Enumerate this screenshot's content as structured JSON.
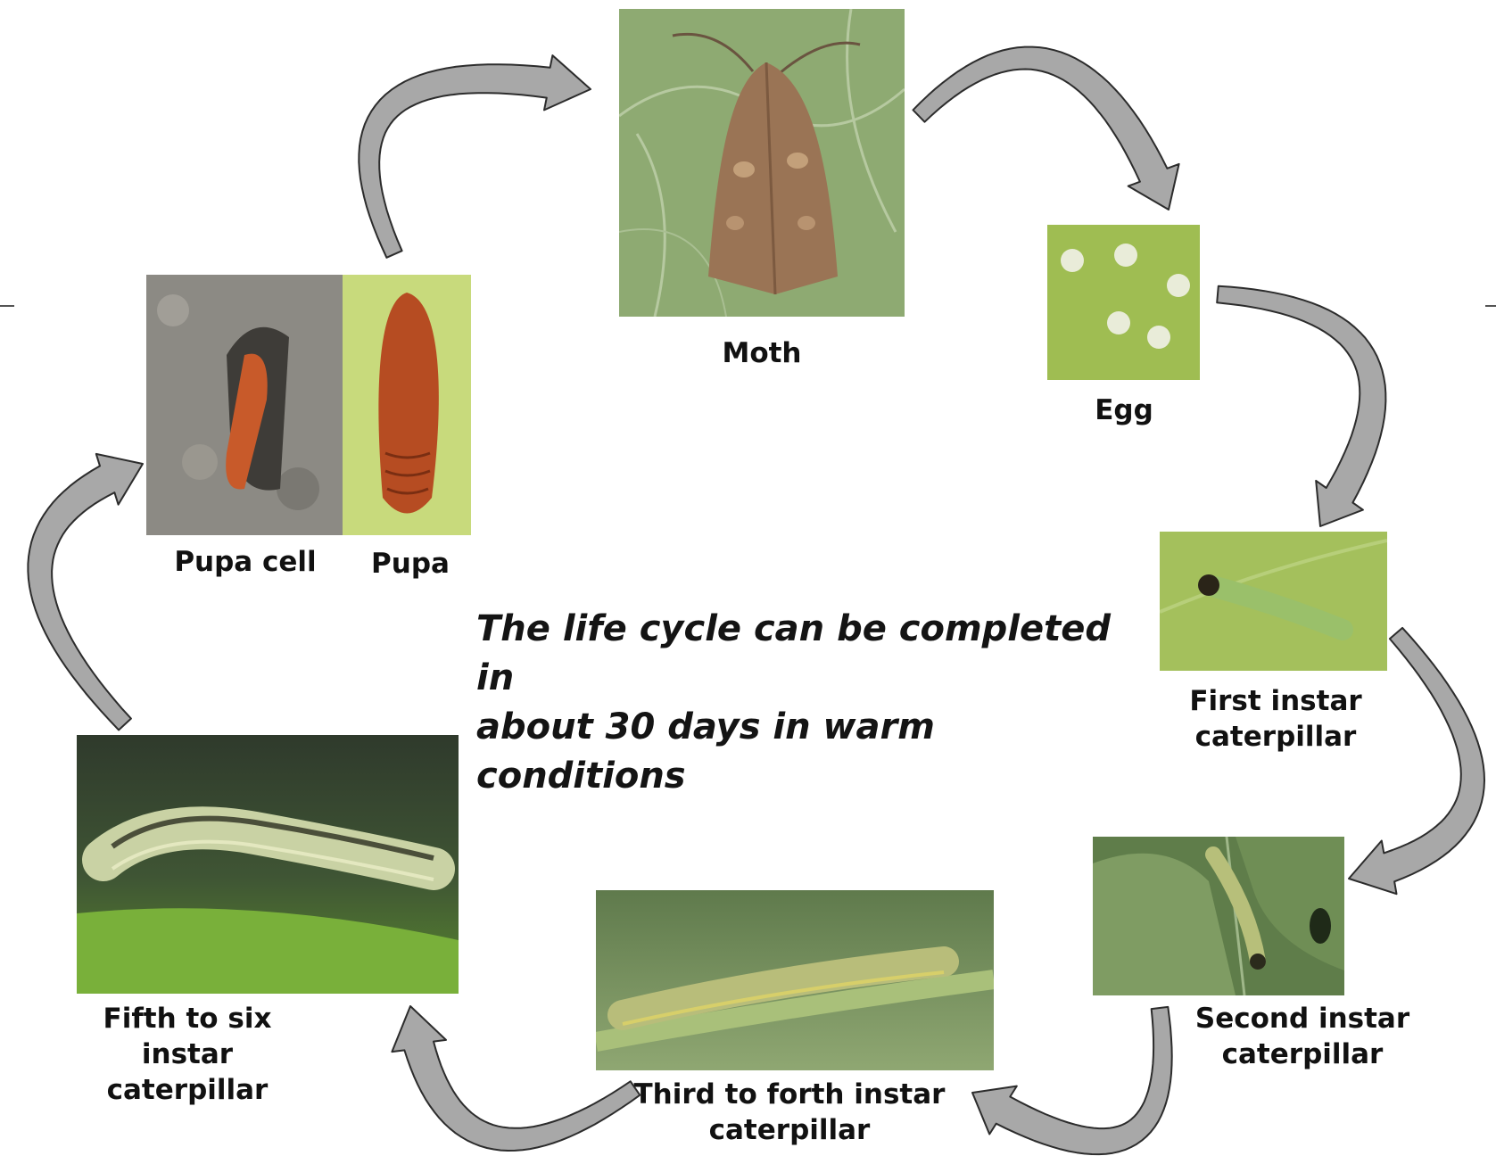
{
  "stages": {
    "moth": "Moth",
    "egg": "Egg",
    "first_instar": [
      "First instar",
      "caterpillar"
    ],
    "second_instar": [
      "Second instar",
      "caterpillar"
    ],
    "third_fourth_instar": [
      "Third to forth instar",
      "caterpillar"
    ],
    "fifth_sixth_instar": [
      "Fifth to six instar",
      "caterpillar"
    ],
    "pupa_cell": "Pupa cell",
    "pupa": "Pupa"
  },
  "caption": [
    "The life cycle can be completed in",
    "about 30 days in warm conditions"
  ],
  "colors": {
    "arrow_fill": "#a8a8a8",
    "arrow_stroke": "#2c2c2c",
    "leaf_green": "#9fbd52",
    "moth_brown": "#9a7455",
    "pupa_orange": "#b64c22"
  }
}
